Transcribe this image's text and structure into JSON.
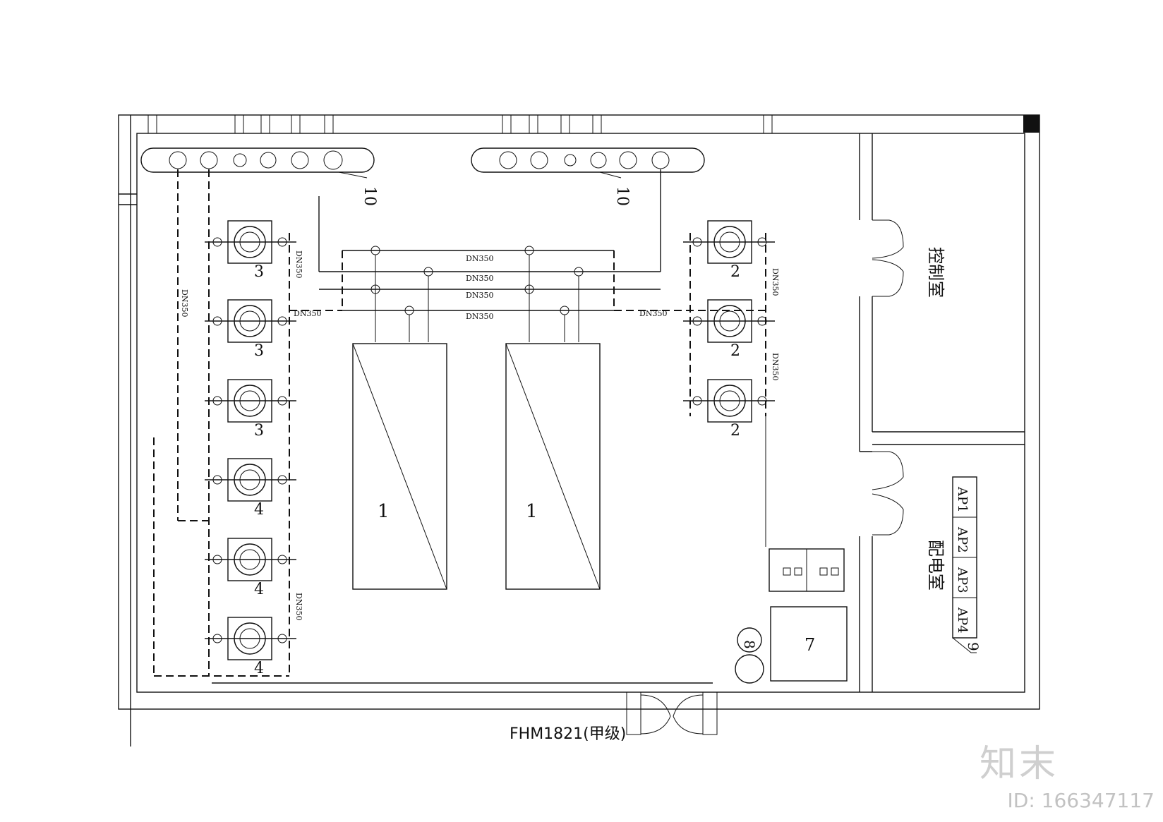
{
  "labels": {
    "eq_1": "1",
    "eq_2": "2",
    "eq_3": "3",
    "eq_4": "4",
    "eq_7": "7",
    "eq_8": "8",
    "eq_9": "9",
    "eq_10": "10",
    "pipe_dn350": "DN350",
    "control_room": "控制室",
    "power_room": "配电室",
    "ap1": "AP1",
    "ap2": "AP2",
    "ap3": "AP3",
    "ap4": "AP4",
    "door": "FHM1821(甲级)"
  },
  "watermark": {
    "brand": "知末",
    "id": "ID: 166347117"
  }
}
